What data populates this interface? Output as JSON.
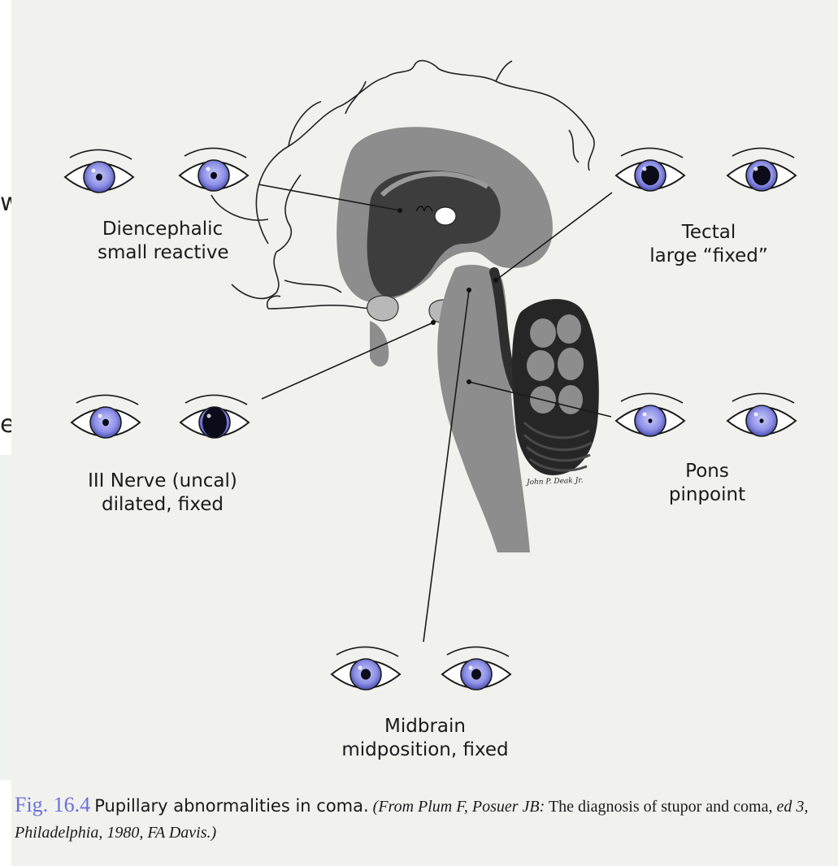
{
  "stray_text": {
    "top": "w",
    "bottom": "e"
  },
  "labels": {
    "diencephalic": {
      "line1": "Diencephalic",
      "line2": "small reactive"
    },
    "tectal": {
      "line1": "Tectal",
      "line2": "large “fixed”"
    },
    "third_nerve": {
      "line1": "III Nerve (uncal)",
      "line2": "dilated, fixed"
    },
    "pons": {
      "line1": "Pons",
      "line2": "pinpoint"
    },
    "midbrain": {
      "line1": "Midbrain",
      "line2": "midposition, fixed"
    }
  },
  "signature": "John P. Deak Jr.",
  "caption": {
    "figure": "Fig. 16.4",
    "title": "Pupillary abnormalities in coma.",
    "source_a": "(From Plum F, Posuer JB:",
    "source_b": "The diagnosis of stupor and coma,",
    "source_c": "ed 3, Philadelphia, 1980, FA Davis.)"
  },
  "colors": {
    "iris": "#8d90e6",
    "pupil": "#0b0b1a",
    "brain_light": "#8a8a8a",
    "brain_dark": "#3a3a3a",
    "fig_num": "#6b6fd8"
  },
  "eyes": [
    {
      "id": "diencephalic-left",
      "pupil": "small"
    },
    {
      "id": "diencephalic-right",
      "pupil": "small"
    },
    {
      "id": "tectal-left",
      "pupil": "large"
    },
    {
      "id": "tectal-right",
      "pupil": "large"
    },
    {
      "id": "third-nerve-left",
      "pupil": "small"
    },
    {
      "id": "third-nerve-right",
      "pupil": "dilated"
    },
    {
      "id": "pons-left",
      "pupil": "pinpoint"
    },
    {
      "id": "pons-right",
      "pupil": "pinpoint"
    },
    {
      "id": "midbrain-left",
      "pupil": "mid"
    },
    {
      "id": "midbrain-right",
      "pupil": "mid"
    }
  ]
}
